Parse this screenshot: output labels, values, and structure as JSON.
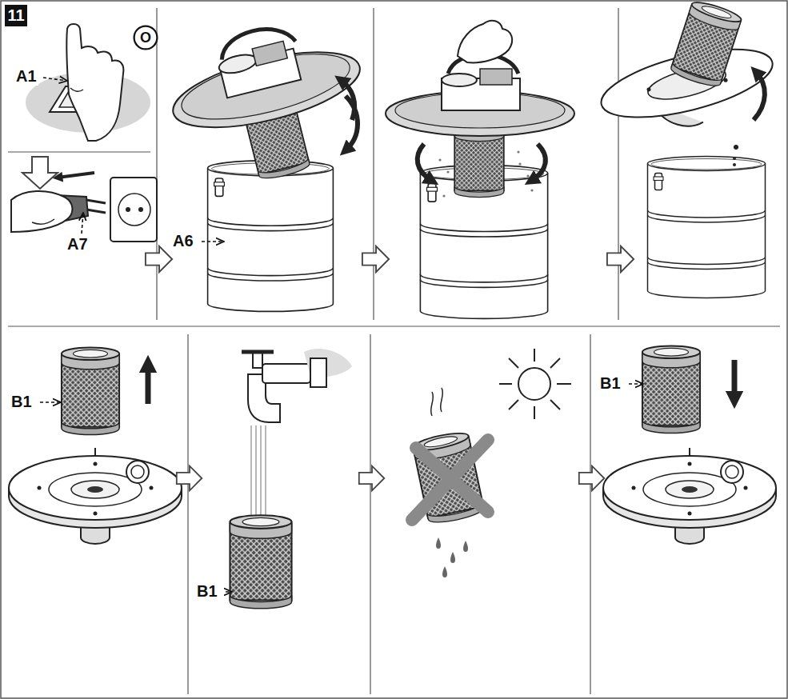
{
  "diagram": {
    "nodes": [
      {
        "text": [
          "11"
        ]
      },
      {
        "text": [
          "O"
        ]
      }
    ],
    "labels": [
      "A1",
      "A7",
      "A6",
      "B1",
      "B1",
      "B1"
    ]
  }
}
